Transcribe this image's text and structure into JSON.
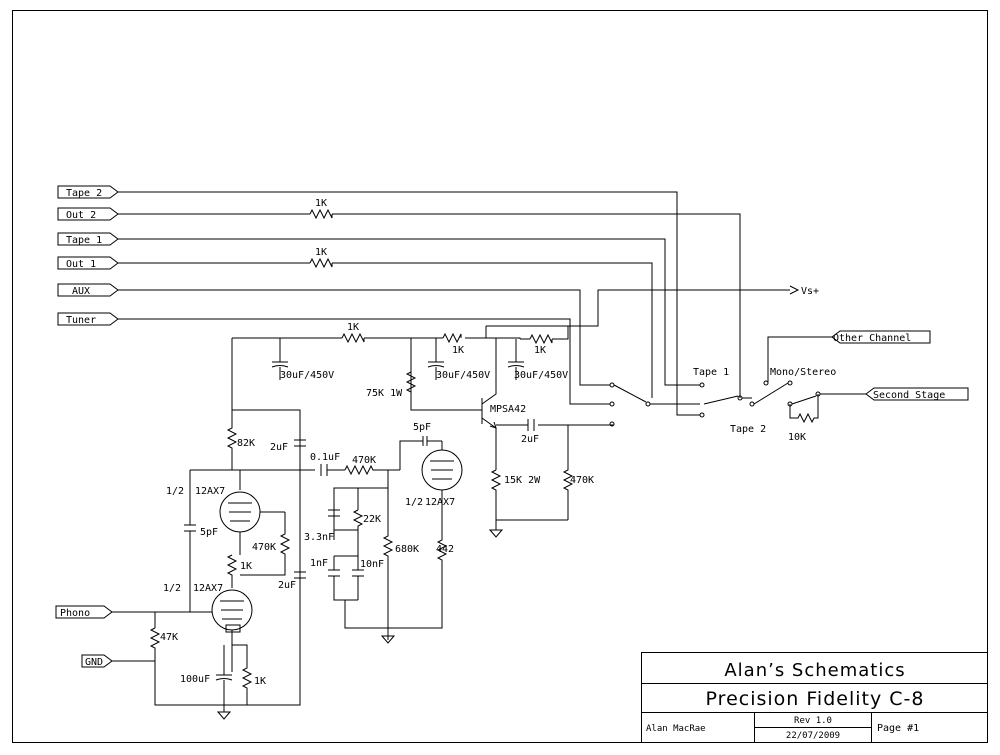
{
  "ports": {
    "tape2": "Tape 2",
    "out2": "Out 2",
    "tape1": "Tape 1",
    "out1": "Out 1",
    "aux": "AUX",
    "tuner": "Tuner",
    "phono": "Phono",
    "gnd": "GND",
    "other_channel": "Other Channel",
    "second_stage": "Second Stage",
    "vs_plus": "Vs+"
  },
  "components": {
    "r_out2": "1K",
    "r_out1": "1K",
    "r_supply1": "1K",
    "r_supply2": "1K",
    "r_supply3": "1K",
    "cap1": "30uF/450V",
    "cap2": "30uF/450V",
    "cap3": "30uF/450V",
    "r_75k": "75K 1W",
    "transistor": "MPSA42",
    "c_5pf_top": "5pF",
    "c_2uf_out": "2uF",
    "r_15k": "15K 2W",
    "r_470k_out": "470K",
    "r_82k": "82K",
    "c_2uf_a": "2uF",
    "c_01uf": "0.1uF",
    "r_470k_series": "470K",
    "tube1_half": "1/2",
    "tube1_type": "12AX7",
    "c_5pf": "5pF",
    "r_470k_fb": "470K",
    "r_1k_plate": "1K",
    "c_2uf_b": "2uF",
    "tube2_half": "1/2",
    "tube2_type": "12AX7",
    "c_33nf": "3.3nF",
    "r_22k": "22K",
    "c_1nf": "1nF",
    "c_10nf": "10nF",
    "r_680k": "680K",
    "tube3_half": "1/2",
    "tube3_type": "12AX7",
    "r_442": "442",
    "r_47k": "47K",
    "c_100uf": "100uF",
    "r_1k_cathode": "1K",
    "r_10k": "10K"
  },
  "switches": {
    "tape1": "Tape 1",
    "tape2": "Tape 2",
    "mono_stereo": "Mono/Stereo"
  },
  "title_block": {
    "company": "Alan’s Schematics",
    "title": "Precision Fidelity C-8",
    "author": "Alan MacRae",
    "rev": "Rev 1.0",
    "date": "22/07/2009",
    "page": "Page #1"
  }
}
